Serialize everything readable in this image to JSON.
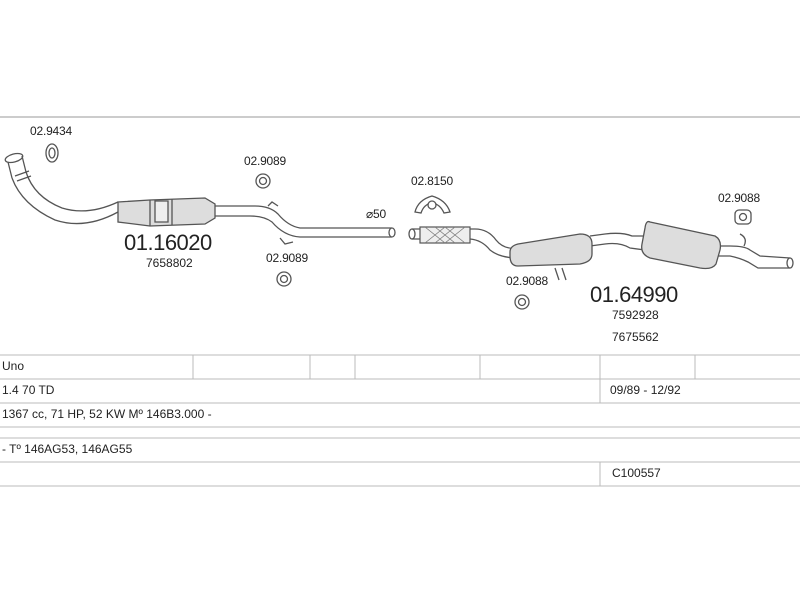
{
  "parts": {
    "gasket_a": "02.9434",
    "hanger_a_top": "02.9089",
    "hanger_a_bottom": "02.9089",
    "front_pipe_code": "01.16020",
    "front_pipe_ref": "7658802",
    "pipe_diameter": "⌀50",
    "clamp": "02.8150",
    "hanger_b": "02.9088",
    "hanger_c": "02.9088",
    "rear_code": "01.64990",
    "rear_ref_1": "7592928",
    "rear_ref_2": "7675562"
  },
  "info": {
    "model": "Uno",
    "engine": "1.4 70 TD",
    "years": "09/89 - 12/92",
    "spec": "1367 cc, 71 HP, 52 KW Mº 146B3.000 -",
    "type": "- Tº 146AG53, 146AG55",
    "catalog_code": "C100557"
  },
  "colors": {
    "line": "#555555",
    "grid": "#bbbbbb",
    "part": "#d8d8d8"
  }
}
